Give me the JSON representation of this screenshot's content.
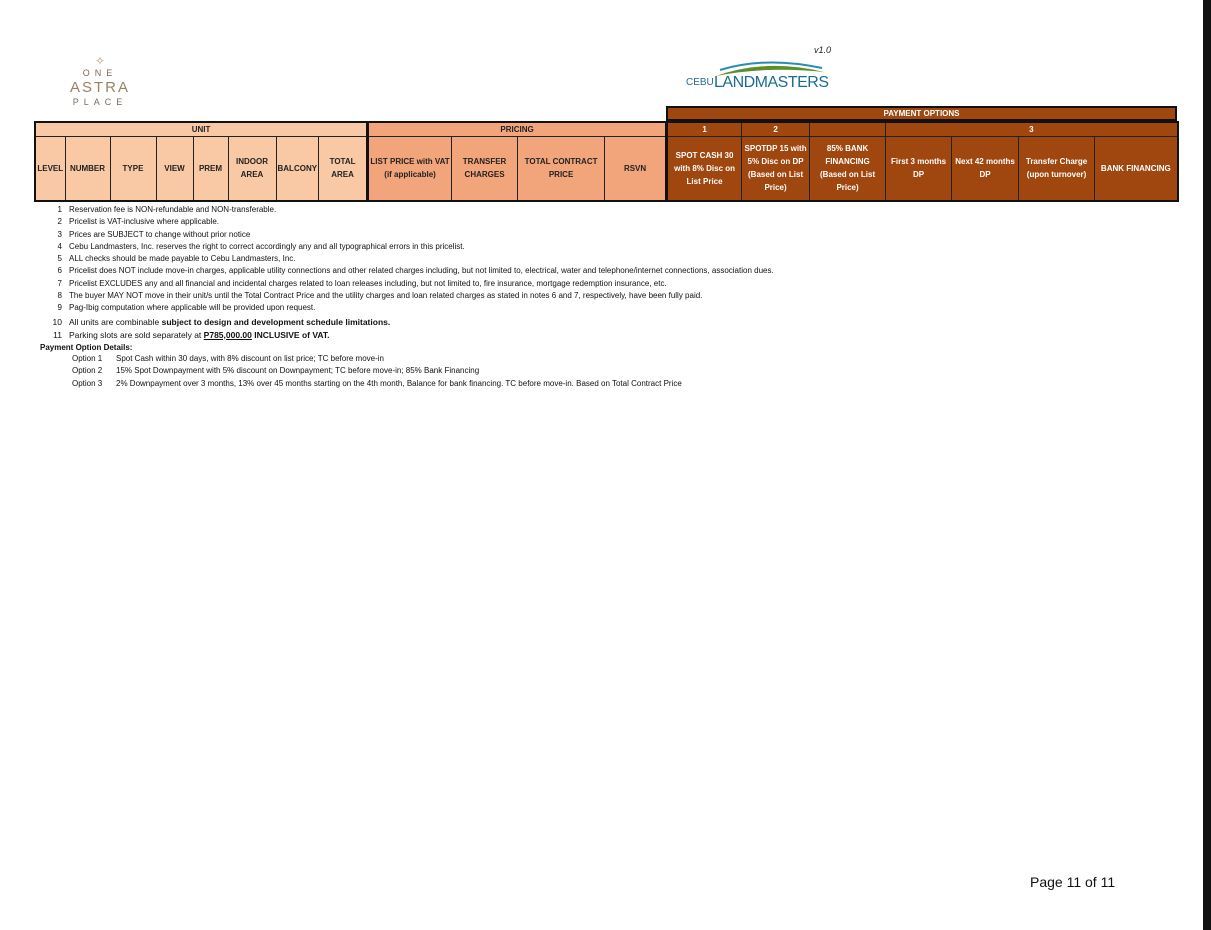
{
  "logo_left": {
    "star": "✧",
    "line1": "ONE",
    "line2": "ASTRA",
    "line3": "PLACE"
  },
  "version": "v1.0",
  "logo_right": {
    "prefix": "CEBU",
    "name": "LANDMASTERS"
  },
  "table": {
    "payment_options": "PAYMENT OPTIONS",
    "groups": {
      "unit": "UNIT",
      "pricing": "PRICING",
      "opt1": "1",
      "opt2": "2",
      "opt_blank": "",
      "opt3": "3"
    },
    "unit_columns": [
      "LEVEL",
      "NUMBER",
      "TYPE",
      "VIEW",
      "PREM",
      "INDOOR AREA",
      "BALCONY",
      "TOTAL AREA"
    ],
    "pricing_columns": [
      "LIST PRICE with VAT (if applicable)",
      "TRANSFER CHARGES",
      "TOTAL CONTRACT PRICE",
      "RSVN"
    ],
    "payment_columns": [
      "SPOT CASH 30 with 8% Disc on List Price",
      "SPOTDP 15 with 5% Disc on DP (Based on List Price)",
      "85% BANK FINANCING (Based on List Price)",
      "First 3 months DP",
      "Next 42 months DP",
      "Transfer Charge (upon turnover)",
      "BANK FINANCING"
    ]
  },
  "notes": [
    {
      "n": "1",
      "text": "Reservation fee is NON-refundable and NON-transferable."
    },
    {
      "n": "2",
      "text": "Pricelist is VAT-inclusive where applicable."
    },
    {
      "n": "3",
      "text": "Prices are SUBJECT to change without prior notice"
    },
    {
      "n": "4",
      "text": "Cebu Landmasters, Inc. reserves the right to correct accordingly any and all typographical errors in this pricelist."
    },
    {
      "n": "5",
      "text": "ALL checks should be made payable to Cebu Landmasters, Inc."
    },
    {
      "n": "6",
      "text": "Pricelist does NOT include move-in charges, applicable utility connections and other related charges including, but not limited to, electrical, water and telephone/internet connections, association dues."
    },
    {
      "n": "7",
      "text": "Pricelist EXCLUDES any and all financial and incidental charges related to loan releases including, but not limited to, fire insurance, mortgage redemption insurance, etc."
    },
    {
      "n": "8",
      "text": "The buyer MAY NOT move in their unit/s until the Total Contract Price and the utility charges and loan related charges as stated in notes 6 and 7, respectively, have been fully paid."
    },
    {
      "n": "9",
      "text": "Pag-Ibig computation where applicable will be provided upon request."
    },
    {
      "n": "10",
      "text": "All units are combinable",
      "bold": "subject to design and development schedule limitations."
    },
    {
      "n": "11",
      "text": "Parking slots are sold separately at",
      "price": "P785,000.00",
      "suffix": "INCLUSIVE of VAT."
    }
  ],
  "payment_details": {
    "title": "Payment Option Details:",
    "options": [
      {
        "k": "Option 1",
        "text": "Spot Cash within 30 days, with 8% discount on list price; TC before move-in"
      },
      {
        "k": "Option 2",
        "text": "15% Spot Downpayment with 5% discount on Downpayment; TC before move-in; 85% Bank Financing"
      },
      {
        "k": "Option 3",
        "text": "2% Downpayment over 3 months, 13% over 45 months starting on the 4th month, Balance for bank financing. TC before move-in. Based on Total Contract Price"
      }
    ]
  },
  "page_label": "Page 11 of 11"
}
